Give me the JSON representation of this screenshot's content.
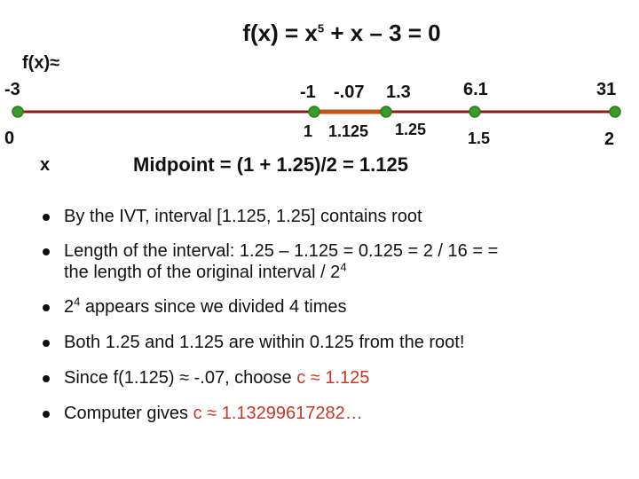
{
  "title": {
    "base": "f(x) = x",
    "exp": "5",
    "rest": " + x – 3 = 0"
  },
  "row_labels": {
    "fx": "f(x)≈",
    "x": "x"
  },
  "fx_values": [
    "-3",
    "-1",
    "-.07",
    "1.3",
    "6.1",
    "31"
  ],
  "x_values": [
    "0",
    "1",
    "1.125",
    "1.25",
    "1.5",
    "2"
  ],
  "colors": {
    "line": "#8b1a1a",
    "interval": "#c0521a",
    "point": "#3a9a2a",
    "point_stroke": "#2b7a1f",
    "accent": "#c0392b"
  },
  "midpoint_text": "Midpoint = (1 + 1.25)/2 = 1.125",
  "bullets": {
    "b1": "By the IVT, interval [1.125, 1.25] contains root",
    "b2_line1": "Length of the interval: 1.25 – 1.125 = 0.125 = 2 / 16 = =",
    "b2_line2": "the length of the original interval / 2",
    "b2_exp": "4",
    "b3_base": "2",
    "b3_exp": "4",
    "b3_rest": " appears since we divided 4 times",
    "b4": "Both 1.25 and 1.125 are within 0.125 from the root!",
    "b5_pre": "Since f(1.125) ≈ -.07, choose ",
    "b5_c": "c ≈",
    "b5_val": " 1.125",
    "b6_pre": "Computer gives ",
    "b6_c": "c ≈",
    "b6_val": " 1.13299617282…"
  }
}
